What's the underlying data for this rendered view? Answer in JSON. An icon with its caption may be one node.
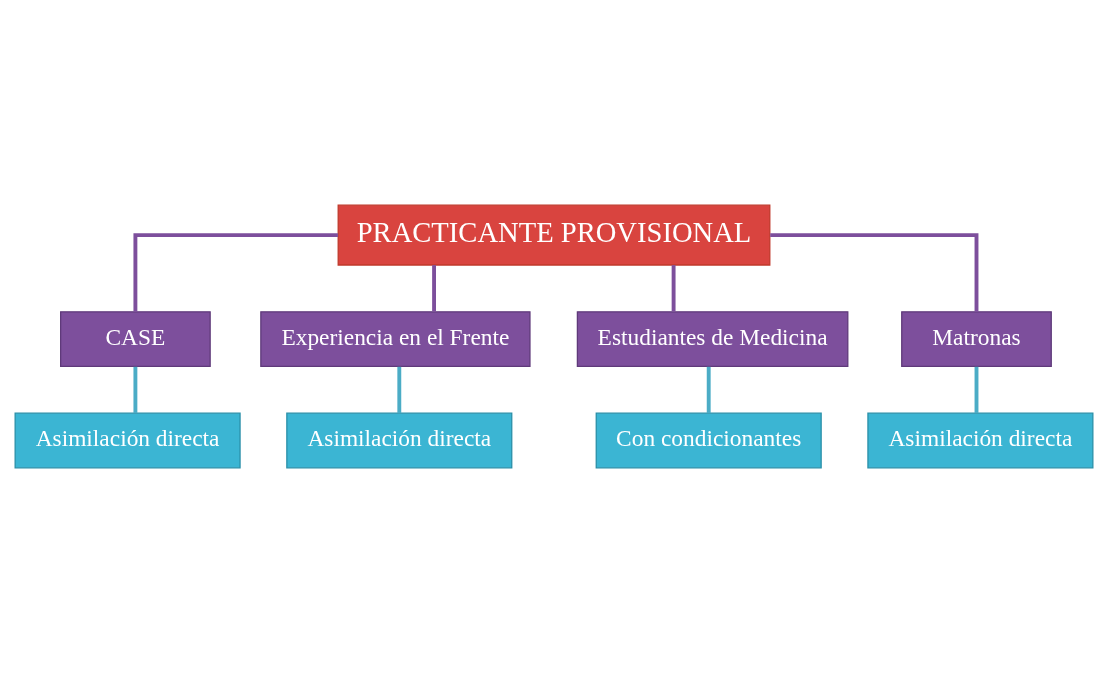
{
  "diagram": {
    "nodes": [
      {
        "text": [
          "PRACTICANTE PROVISIONAL"
        ]
      },
      {
        "text": [
          "CASE"
        ]
      },
      {
        "text": [
          "Asimilación directa"
        ]
      },
      {
        "text": [
          "Experiencia en el Frente"
        ]
      },
      {
        "text": [
          "Estudiantes de Medicina"
        ]
      },
      {
        "text": [
          "Matronas"
        ]
      },
      {
        "text": [
          "Asimilación directa"
        ]
      },
      {
        "text": [
          "Con condicionantes"
        ]
      },
      {
        "text": [
          "Asimilación directa"
        ]
      }
    ],
    "edges": [
      {
        "from": 0,
        "to": 1,
        "arrow": "none"
      },
      {
        "from": 1,
        "to": 2,
        "arrow": "none",
        "color": "#4bacc6"
      },
      {
        "from": 0,
        "to": 3,
        "arrow": "none"
      },
      {
        "from": 0,
        "to": 4,
        "arrow": "none"
      },
      {
        "from": 0,
        "to": 5,
        "arrow": "none"
      },
      {
        "from": 3,
        "to": 6,
        "arrow": "none",
        "color": "#4bacc6"
      },
      {
        "from": 4,
        "to": 7,
        "arrow": "none",
        "color": "#4bacc6"
      },
      {
        "from": 5,
        "to": 8,
        "arrow": "none",
        "color": "#4bacc6"
      }
    ]
  }
}
